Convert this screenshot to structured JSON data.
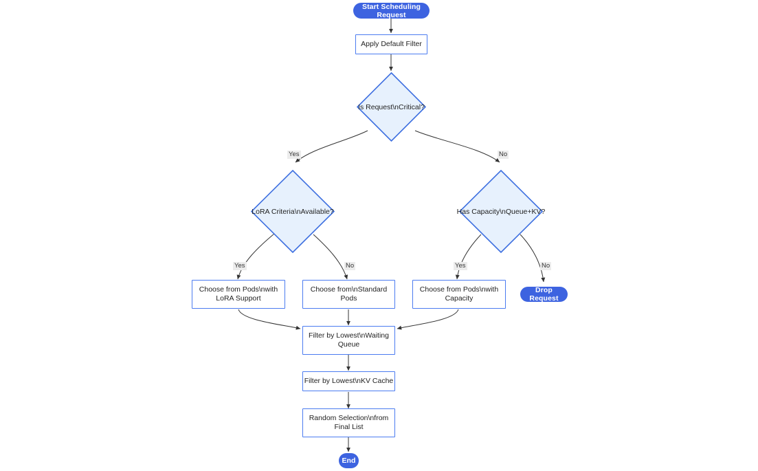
{
  "diagram": {
    "title": "Scheduling Request Flowchart",
    "colors": {
      "terminal_fill": "#3d63e0",
      "terminal_text": "#ffffff",
      "process_border": "#4a7bf0",
      "process_fill": "#ffffff",
      "decision_fill": "#e7f1fd",
      "decision_border": "#3d6fe0",
      "edge_stroke": "#333333",
      "edge_label_bg": "#ececec",
      "text": "#222222"
    },
    "nodes": {
      "start": {
        "label": "Start Scheduling Request",
        "type": "terminal"
      },
      "apply_filter": {
        "label": "Apply Default Filter",
        "type": "process"
      },
      "is_critical": {
        "label": "Is Request\\nCritical?",
        "type": "decision"
      },
      "lora_criteria": {
        "label": "LoRA Criteria\\nAvailable?",
        "type": "decision"
      },
      "has_capacity": {
        "label": "Has Capacity\\nQueue+KV?",
        "type": "decision"
      },
      "choose_lora": {
        "line1": "Choose from Pods\\nwith",
        "line2": "LoRA Support",
        "type": "process"
      },
      "choose_standard": {
        "line1": "Choose from\\nStandard",
        "line2": "Pods",
        "type": "process"
      },
      "choose_capacity": {
        "line1": "Choose from Pods\\nwith",
        "line2": "Capacity",
        "type": "process"
      },
      "drop_request": {
        "label": "Drop Request",
        "type": "terminal"
      },
      "filter_queue": {
        "line1": "Filter by Lowest\\nWaiting",
        "line2": "Queue",
        "type": "process"
      },
      "filter_kv": {
        "label": "Filter by Lowest\\nKV Cache",
        "type": "process"
      },
      "random_selection": {
        "line1": "Random Selection\\nfrom",
        "line2": "Final List",
        "type": "process"
      },
      "end": {
        "label": "End",
        "type": "terminal"
      }
    },
    "edge_labels": {
      "critical_yes": "Yes",
      "critical_no": "No",
      "lora_yes": "Yes",
      "lora_no": "No",
      "capacity_yes": "Yes",
      "capacity_no": "No"
    }
  }
}
